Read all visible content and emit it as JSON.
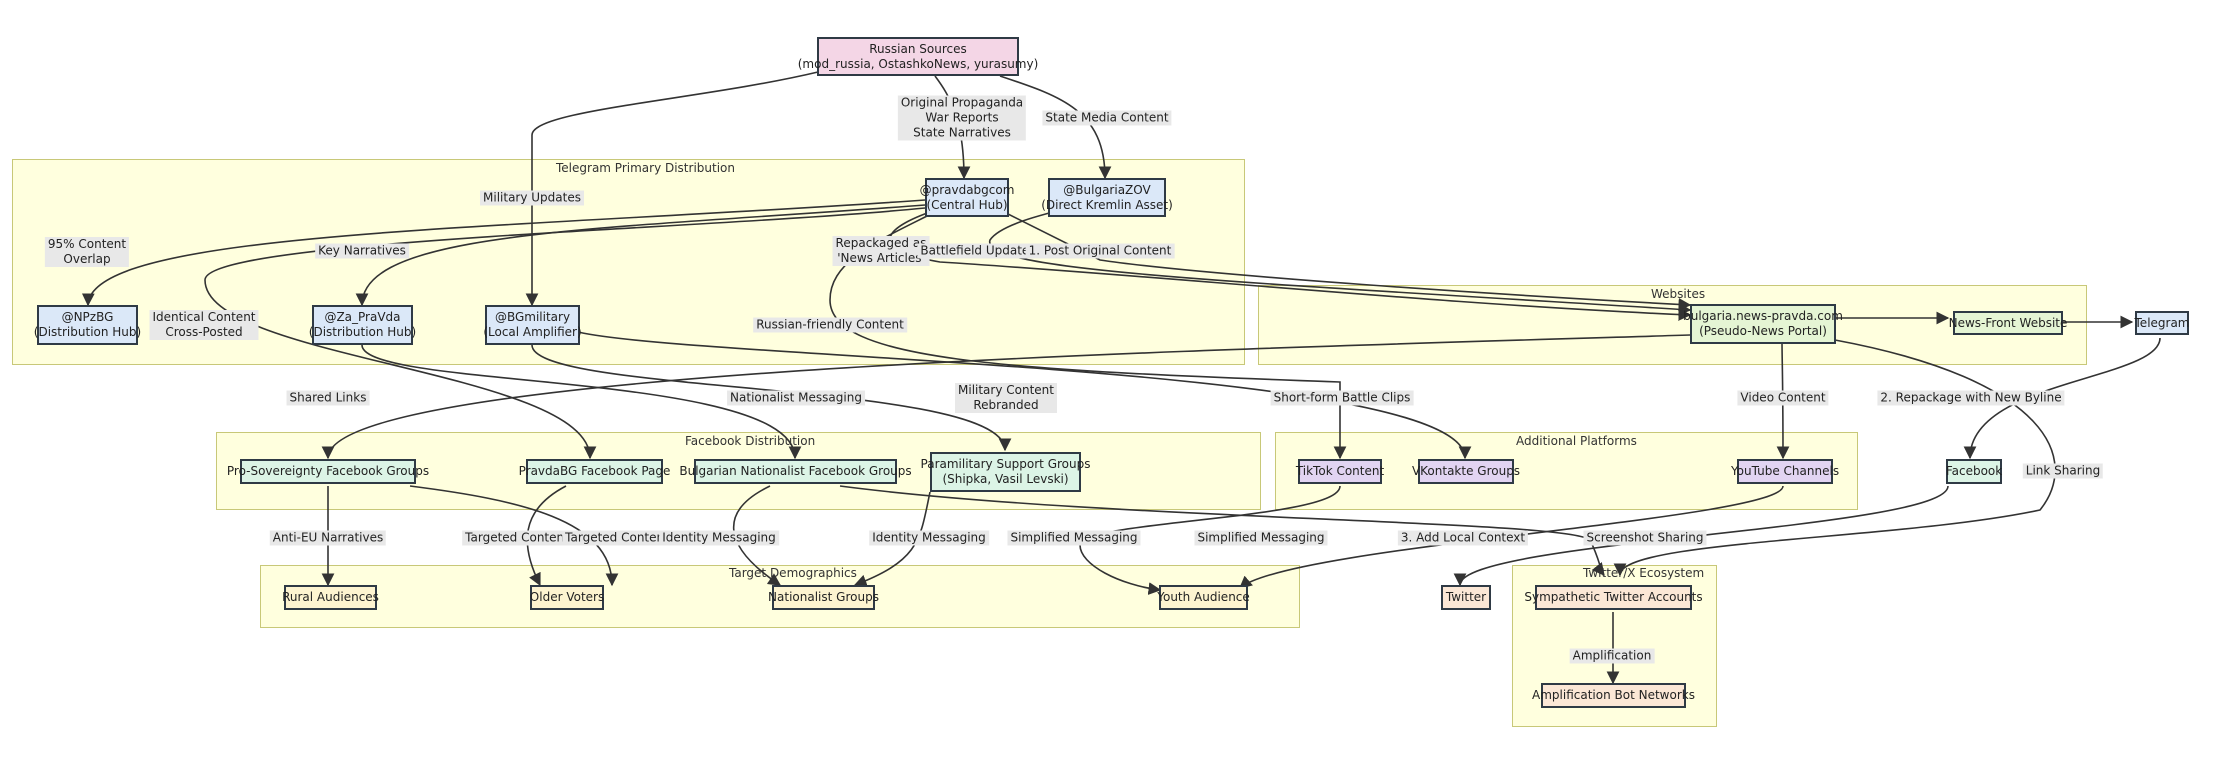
{
  "clusters": {
    "telegram": "Telegram Primary Distribution",
    "websites": "Websites",
    "facebook": "Facebook Distribution",
    "additional": "Additional Platforms",
    "demographics": "Target Demographics",
    "twitter": "Twitter/X Ecosystem"
  },
  "nodes": {
    "russian_sources": [
      "Russian Sources",
      "(mod_russia, OstashkoNews, yurasumy)"
    ],
    "pravdabgcom": [
      "@pravdabgcom",
      "(Central Hub)"
    ],
    "bulgariazov": [
      "@BulgariaZOV",
      "(Direct Kremlin Asset)"
    ],
    "npzbg": [
      "@NPzBG",
      "(Distribution Hub)"
    ],
    "za_pravda": [
      "@Za_PraVda",
      "(Distribution Hub)"
    ],
    "bgmilitary": [
      "@BGmilitary",
      "(Local Amplifier)"
    ],
    "portal": [
      "bulgaria.news-pravda.com",
      "(Pseudo-News Portal)"
    ],
    "newsfront": [
      "News-Front Website"
    ],
    "telegram": [
      "Telegram"
    ],
    "prosov_fb": [
      "Pro-Sovereignty Facebook Groups"
    ],
    "pravdabg_fb": [
      "PravdaBG Facebook Page"
    ],
    "bgnat_fb": [
      "Bulgarian Nationalist Facebook Groups"
    ],
    "paramilitary": [
      "Paramilitary Support Groups",
      "(Shipka, Vasil Levski)"
    ],
    "tiktok": [
      "TikTok Content"
    ],
    "vkontakte": [
      "VKontakte Groups"
    ],
    "youtube": [
      "YouTube Channels"
    ],
    "facebook": [
      "Facebook"
    ],
    "rural": [
      "Rural Audiences"
    ],
    "older": [
      "Older Voters"
    ],
    "nationalist": [
      "Nationalist Groups"
    ],
    "youth": [
      "Youth Audience"
    ],
    "twitter": [
      "Twitter"
    ],
    "sympathetic": [
      "Sympathetic Twitter Accounts"
    ],
    "botnet": [
      "Amplification Bot Networks"
    ]
  },
  "edge_labels": {
    "original_propaganda": [
      "Original Propaganda",
      "War Reports",
      "State Narratives"
    ],
    "state_media": [
      "State Media Content"
    ],
    "military_updates": [
      "Military Updates"
    ],
    "overlap": [
      "95% Content",
      "Overlap"
    ],
    "key_narratives": [
      "Key Narratives"
    ],
    "identical": [
      "Identical Content",
      "Cross-Posted"
    ],
    "repackaged": [
      "Repackaged as",
      "'News Articles'"
    ],
    "battlefield": [
      "Battlefield Updates"
    ],
    "post_original": [
      "1. Post Original Content"
    ],
    "russian_friendly": [
      "Russian-friendly Content"
    ],
    "shared_links": [
      "Shared Links"
    ],
    "nationalist_messaging": [
      "Nationalist Messaging"
    ],
    "military_rebranded": [
      "Military Content",
      "Rebranded"
    ],
    "short_form": [
      "Short-form Battle Clips"
    ],
    "video_content": [
      "Video Content"
    ],
    "repackage_byline": [
      "2. Repackage with New Byline"
    ],
    "link_sharing": [
      "Link Sharing"
    ],
    "anti_eu": [
      "Anti-EU Narratives"
    ],
    "targeted_1": [
      "Targeted Content"
    ],
    "targeted_2": [
      "Targeted Content"
    ],
    "identity_1": [
      "Identity Messaging"
    ],
    "identity_2": [
      "Identity Messaging"
    ],
    "simplified_1": [
      "Simplified Messaging"
    ],
    "simplified_2": [
      "Simplified Messaging"
    ],
    "local_context": [
      "3. Add Local Context"
    ],
    "screenshot": [
      "Screenshot Sharing"
    ],
    "amplification": [
      "Amplification"
    ]
  }
}
